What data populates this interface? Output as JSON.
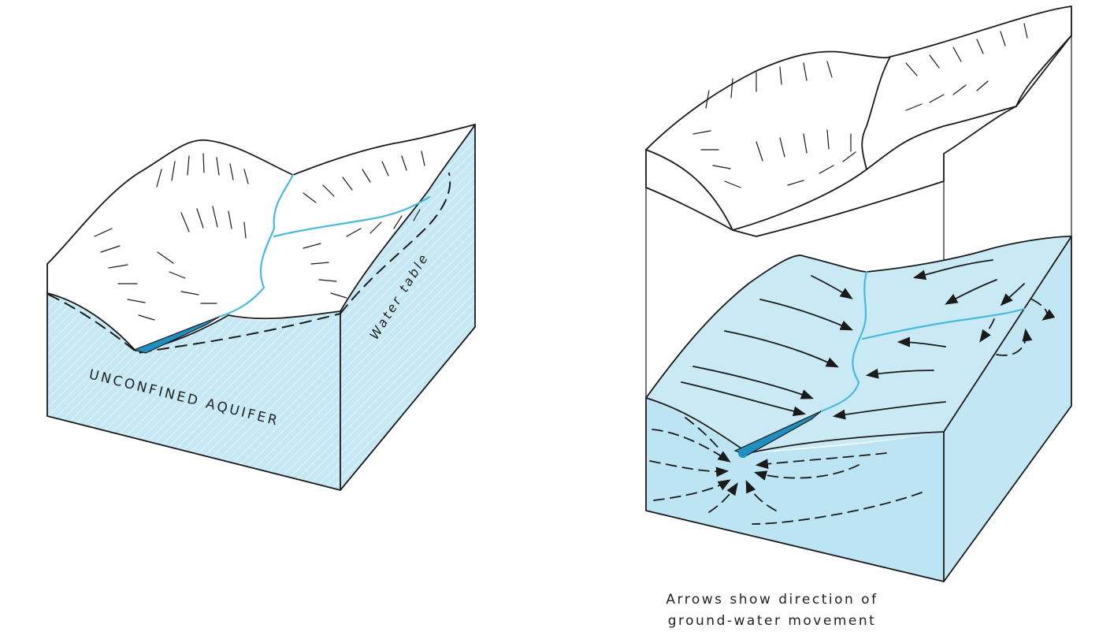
{
  "left_block": {
    "aquifer_label": "UNCONFINED AQUIFER",
    "water_table_label": "Water table"
  },
  "right_block": {
    "caption_line1": "Arrows show direction of",
    "caption_line2": "ground-water movement"
  },
  "colors": {
    "aquifer_fill": "#c9eaf5",
    "aquifer_side": "#bde4f2",
    "stream": "#49b9de",
    "stream_dark": "#1e8fc0",
    "outline": "#1a1a1a",
    "surface": "#ffffff"
  }
}
